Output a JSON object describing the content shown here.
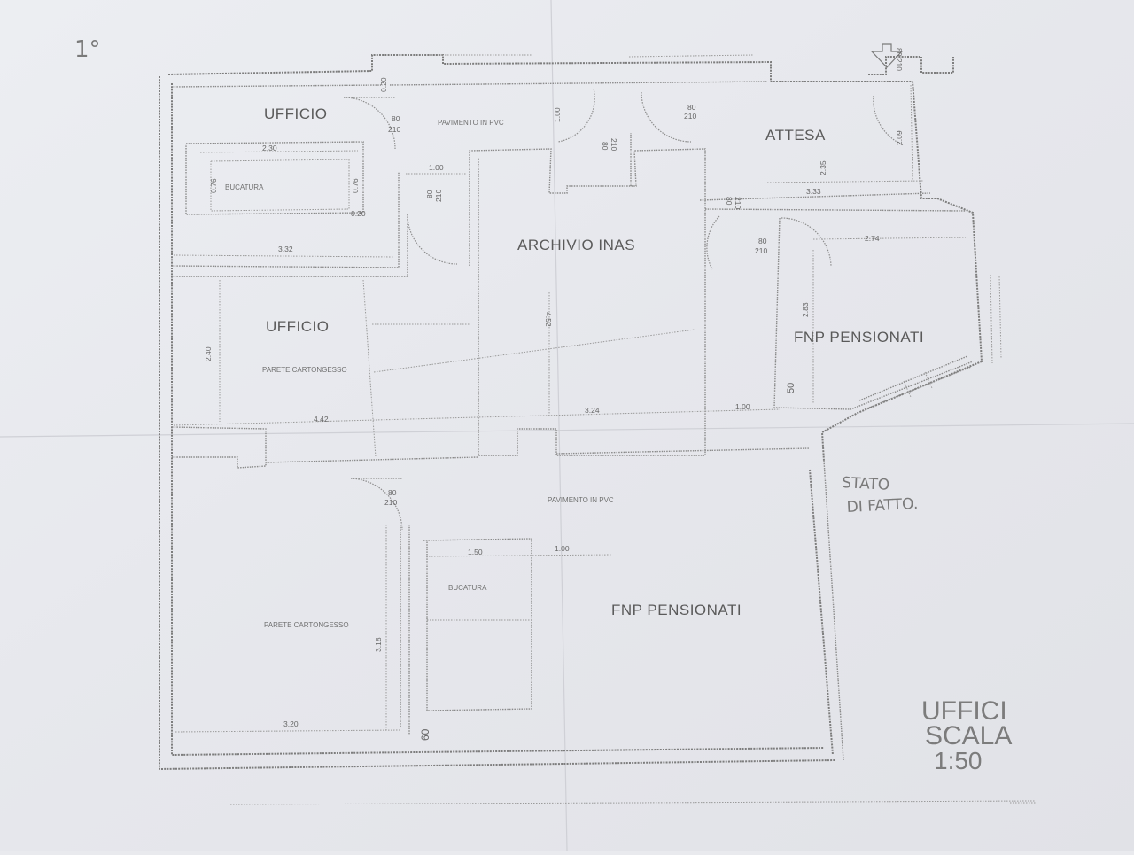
{
  "sheet_note": "1°",
  "rooms": {
    "ufficio_1": "UFFICIO",
    "ufficio_2": "UFFICIO",
    "attesa": "ATTESA",
    "archivio": "ARCHIVIO INAS",
    "fnp_upper": "FNP PENSIONATI",
    "fnp_lower": "FNP PENSIONATI"
  },
  "labels": {
    "pavimento_upper": "PAVIMENTO IN PVC",
    "pavimento_lower": "PAVIMENTO IN PVC",
    "bucatura_upper": "BUCATURA",
    "bucatura_lower": "BUCATURA",
    "parete_1": "PARETE CARTONGESSO",
    "parete_2": "PARETE CARTONGESSO"
  },
  "doors": {
    "d1_w": "80",
    "d1_h": "210",
    "d2_w": "80",
    "d2_h": "210",
    "d3_w": "80",
    "d3_h": "210",
    "d4_w": "80",
    "d4_h": "210",
    "d5_w": "80",
    "d5_h": "210",
    "d6_w": "80",
    "d6_h": "210",
    "d7_w": "80",
    "d7_h": "210",
    "entry": "80 210"
  },
  "dimensions": {
    "w230": "2.30",
    "h076a": "0.76",
    "h076b": "0.76",
    "w020a": "0.20",
    "w020b": "0.20",
    "w100a": "1.00",
    "w332": "3.32",
    "w333": "3.33",
    "h209": "2.09",
    "h235": "2.35",
    "w274": "2.74",
    "h283": "2.83",
    "h452": "4.52",
    "h240": "2.40",
    "w442": "4.42",
    "w324": "3.24",
    "w100b": "1.00",
    "w150": "1.50",
    "w100c": "1.00",
    "h318": "3.18",
    "w320": "3.20",
    "w060": "60",
    "w100v": "1.00",
    "fifty": "50"
  },
  "stato": {
    "line1": "STATO",
    "line2": "DI FATTO."
  },
  "title": {
    "line1": "UFFICI",
    "line2": "SCALA",
    "line3": "1:50"
  }
}
